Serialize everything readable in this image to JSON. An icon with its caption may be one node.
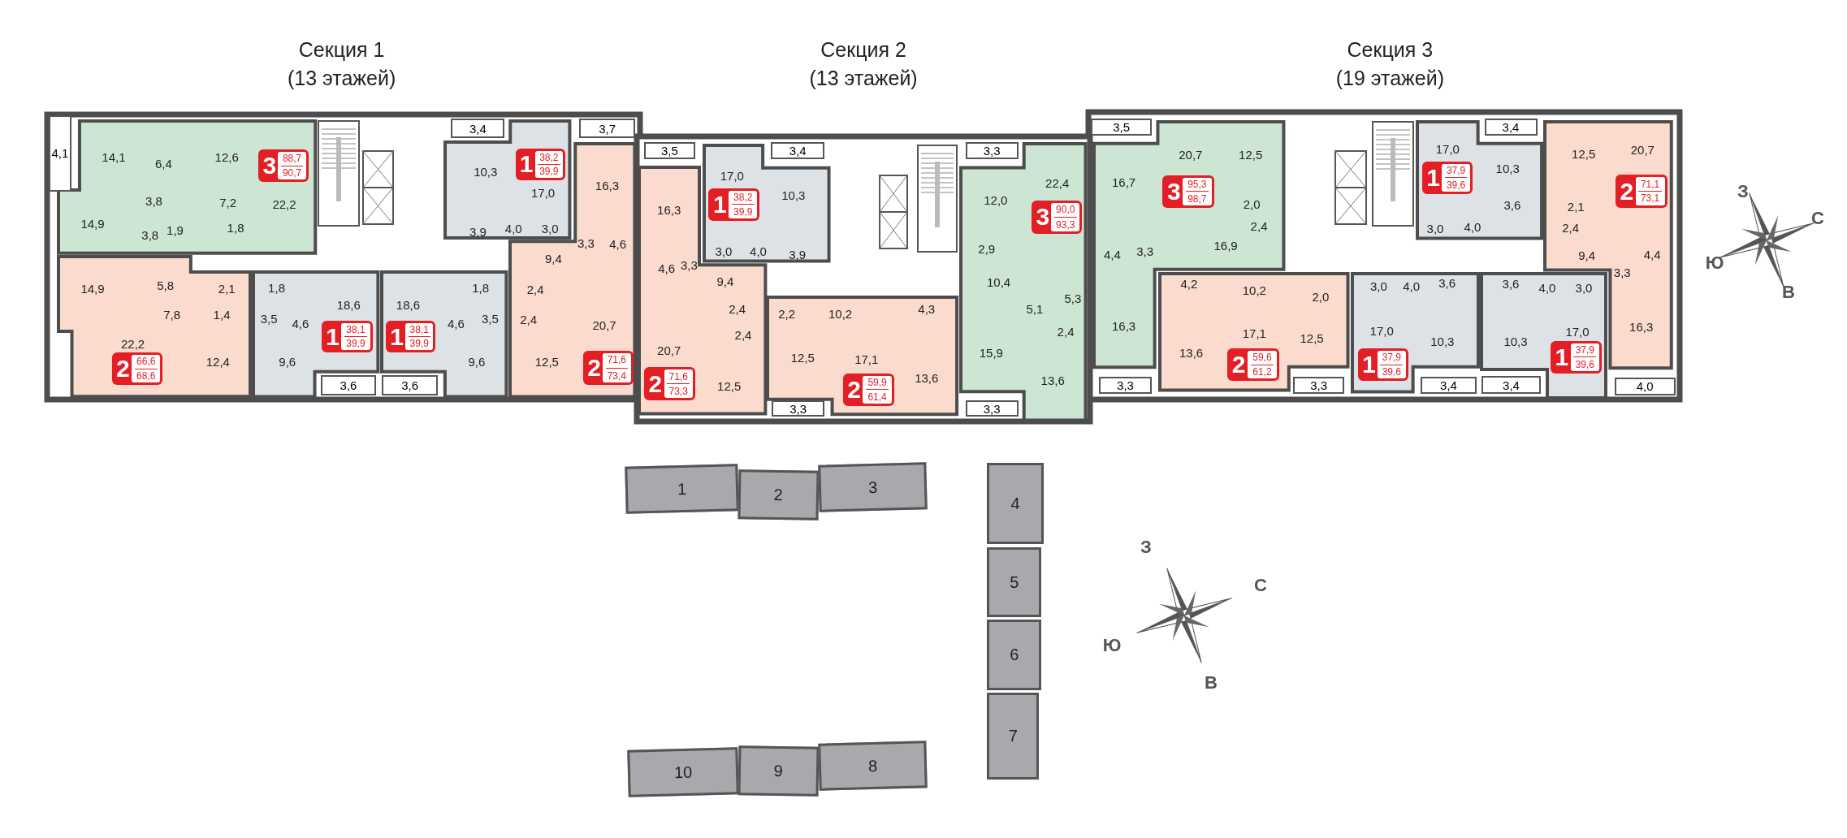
{
  "diagram": {
    "nodes": [
      {
        "text": [
          "14,1",
          "6,4",
          "12,6",
          "3,8",
          "7,2",
          "22,2",
          "14,9",
          "3,8",
          "1,9",
          "1,8"
        ]
      },
      {
        "text": [
          "3",
          "88,7",
          "90,7"
        ],
        "in": 0
      },
      {
        "text": [
          "4,1"
        ]
      },
      {
        "text": [
          "10,3",
          "17,0",
          "3,9",
          "4,0",
          "3,0"
        ]
      },
      {
        "text": [
          "1",
          "38,2",
          "39,9"
        ],
        "in": 3
      },
      {
        "text": [
          "3,4"
        ]
      },
      {
        "text": [
          "16,3",
          "3,3",
          "4,6",
          "9,4",
          "2,4",
          "2,4",
          "20,7",
          "12,5"
        ]
      },
      {
        "text": [
          "2",
          "71,6",
          "73,4"
        ],
        "in": 6
      },
      {
        "text": [
          "3,7"
        ]
      },
      {
        "text": [
          "14,9",
          "5,8",
          "2,1",
          "7,8",
          "1,4",
          "22,2",
          "12,4"
        ]
      },
      {
        "text": [
          "2",
          "66,6",
          "68,6"
        ],
        "in": 9
      },
      {
        "text": [
          "1,8",
          "3,5",
          "4,6",
          "9,6",
          "18,6"
        ]
      },
      {
        "text": [
          "1",
          "38,1",
          "39,9"
        ],
        "in": 11
      },
      {
        "text": [
          "3,6"
        ]
      },
      {
        "text": [
          "18,6",
          "1,8",
          "4,6",
          "3,5",
          "9,6"
        ]
      },
      {
        "text": [
          "1",
          "38,1",
          "39,9"
        ],
        "in": 14
      },
      {
        "text": [
          "3,6"
        ]
      },
      {
        "text": [
          "16,3",
          "4,6",
          "3,3",
          "9,4",
          "2,4",
          "2,4",
          "20,7",
          "12,5"
        ]
      },
      {
        "text": [
          "2",
          "71,6",
          "73,3"
        ],
        "in": 17
      },
      {
        "text": [
          "3,5"
        ]
      },
      {
        "text": [
          "17,0",
          "10,3",
          "3,0",
          "4,0",
          "3,9"
        ]
      },
      {
        "text": [
          "1",
          "38,2",
          "39,9"
        ],
        "in": 20
      },
      {
        "text": [
          "3,4"
        ]
      },
      {
        "text": [
          "12,0",
          "22,4",
          "2,9",
          "10,4",
          "5,3",
          "5,1",
          "2,4",
          "15,9",
          "13,6"
        ]
      },
      {
        "text": [
          "3",
          "90,0",
          "93,3"
        ],
        "in": 23
      },
      {
        "text": [
          "3,3"
        ]
      },
      {
        "text": [
          "3,3"
        ]
      },
      {
        "text": [
          "2,2",
          "10,2",
          "4,3",
          "12,5",
          "17,1",
          "13,6"
        ]
      },
      {
        "text": [
          "2",
          "59,9",
          "61,4"
        ],
        "in": 27
      },
      {
        "text": [
          "3,3"
        ]
      },
      {
        "text": [
          "20,7",
          "12,5",
          "16,7",
          "2,0",
          "2,4",
          "16,9",
          "4,4",
          "3,3",
          "16,3"
        ]
      },
      {
        "text": [
          "3",
          "95,3",
          "98,7"
        ],
        "in": 30
      },
      {
        "text": [
          "3,5"
        ]
      },
      {
        "text": [
          "3,3"
        ]
      },
      {
        "text": [
          "17,0",
          "10,3",
          "3,6",
          "3,0",
          "4,0"
        ]
      },
      {
        "text": [
          "1",
          "37,9",
          "39,6"
        ],
        "in": 34
      },
      {
        "text": [
          "3,4"
        ]
      },
      {
        "text": [
          "20,7",
          "12,5",
          "2,1",
          "2,4",
          "4,4",
          "9,4",
          "3,3",
          "16,3"
        ]
      },
      {
        "text": [
          "2",
          "71,1",
          "73,1"
        ],
        "in": 37
      },
      {
        "text": [
          "4,0"
        ]
      },
      {
        "text": [
          "4,2",
          "10,2",
          "2,0",
          "17,1",
          "12,5",
          "13,6"
        ]
      },
      {
        "text": [
          "2",
          "59,6",
          "61,2"
        ],
        "in": 40
      },
      {
        "text": [
          "3,3"
        ]
      },
      {
        "text": [
          "3,0",
          "4,0",
          "3,6",
          "17,0",
          "10,3"
        ]
      },
      {
        "text": [
          "1",
          "37,9",
          "39,6"
        ],
        "in": 43
      },
      {
        "text": [
          "3,4"
        ]
      },
      {
        "text": [
          "3,6",
          "4,0",
          "3,0",
          "10,3",
          "17,0"
        ]
      },
      {
        "text": [
          "1",
          "37,9",
          "39,6"
        ],
        "in": 46
      },
      {
        "text": [
          "3,4"
        ]
      },
      {
        "text": [
          "1"
        ]
      },
      {
        "text": [
          "2"
        ]
      },
      {
        "text": [
          "3"
        ]
      },
      {
        "text": [
          "4"
        ]
      },
      {
        "text": [
          "5"
        ]
      },
      {
        "text": [
          "6"
        ]
      },
      {
        "text": [
          "7"
        ]
      },
      {
        "text": [
          "8"
        ]
      },
      {
        "text": [
          "9"
        ]
      },
      {
        "text": [
          "10"
        ]
      }
    ],
    "labels": [
      "Секция 1",
      "(13 этажей)",
      "Секция 2",
      "(13 этажей)",
      "Секция 3",
      "(19 этажей)",
      "З",
      "С",
      "Ю",
      "В",
      "З",
      "С",
      "Ю",
      "В"
    ]
  }
}
